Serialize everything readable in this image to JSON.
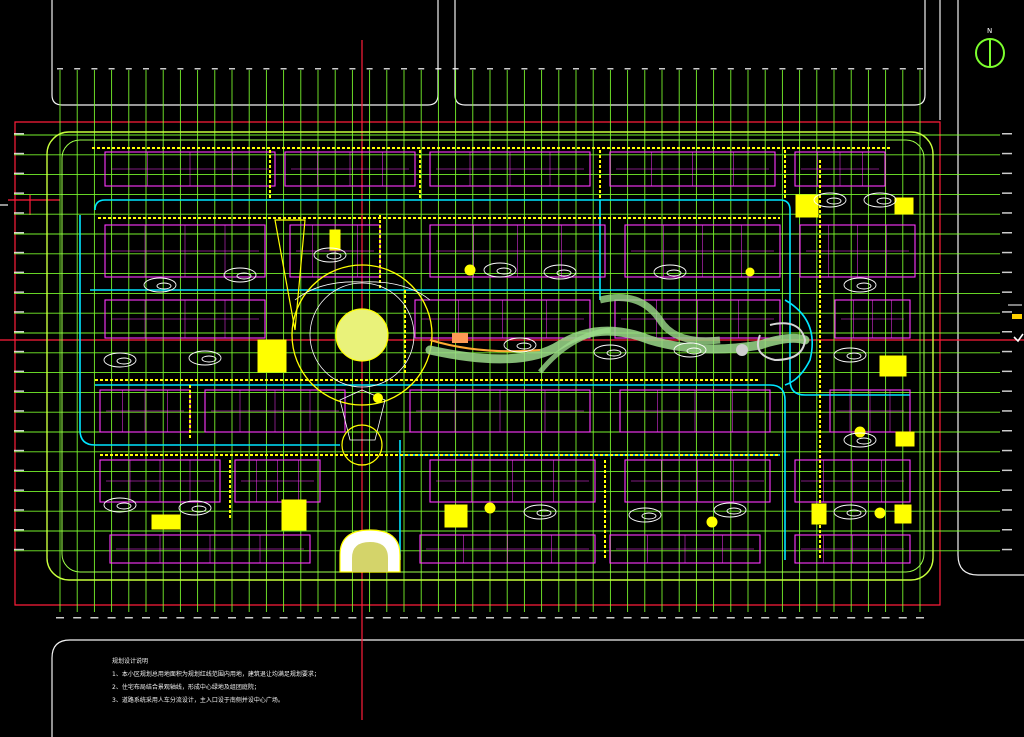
{
  "drawing": {
    "north_symbol": "N",
    "colors": {
      "background": "#000000",
      "grid": "#7dff2e",
      "boundary": "#c8ff3c",
      "axis": "#ff1d3a",
      "road_edge": "#ffffff",
      "buildings": "#ff37ff",
      "water_path": "#00e6ff",
      "amenity": "#ffff00",
      "plaza": "#e9f27a",
      "garden_path": "#9bd98a",
      "site_outline": "#f2f2f2"
    },
    "icons": [
      "compass-north-icon",
      "layer-marker-icon",
      "checkmark-icon"
    ],
    "notes": {
      "title": "规划设计说明",
      "lines": [
        "1、本小区规划总用地面积为规划红线范围内用地，建筑退让均满足规划要求；",
        "2、住宅布局结合景观轴线，形成中心绿地及组团庭院；",
        "3、道路系统采用人车分流设计，主入口设于南侧并设中心广场。"
      ]
    }
  }
}
